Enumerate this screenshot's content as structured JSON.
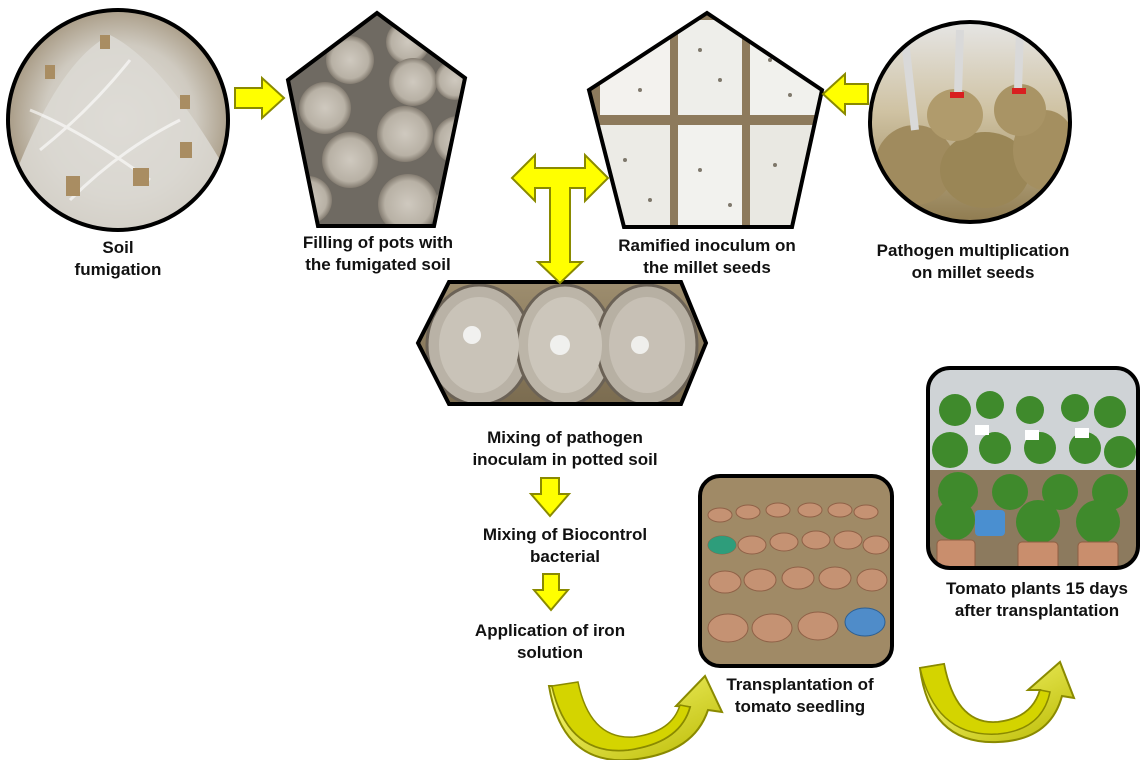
{
  "diagram": {
    "steps": {
      "soil_fumigation": {
        "line1": "Soil",
        "line2": "fumigation"
      },
      "filling_pots": {
        "line1": "Filling of pots with",
        "line2": "the fumigated soil"
      },
      "ramified_inoculum": {
        "line1": "Ramified inoculum on",
        "line2": "the millet seeds"
      },
      "pathogen_multiplication": {
        "line1": "Pathogen multiplication",
        "line2": "on millet seeds"
      },
      "mixing_pathogen": {
        "line1": "Mixing of pathogen",
        "line2": "inoculam in potted soil"
      },
      "mixing_biocontrol": {
        "line1": "Mixing of Biocontrol",
        "line2": "bacterial"
      },
      "application_iron": {
        "line1": "Application of iron",
        "line2": "solution"
      },
      "transplantation": {
        "line1": "Transplantation of",
        "line2": "tomato seedling"
      },
      "tomato_plants": {
        "line1": "Tomato plants 15 days",
        "line2": "after transplantation"
      }
    },
    "colors": {
      "arrow_fill": "#ffff00",
      "arrow_stroke": "#8a8a00",
      "curved_arrow_light": "#ffff66",
      "curved_arrow_dark": "#b0b000",
      "frame": "#000000"
    }
  }
}
